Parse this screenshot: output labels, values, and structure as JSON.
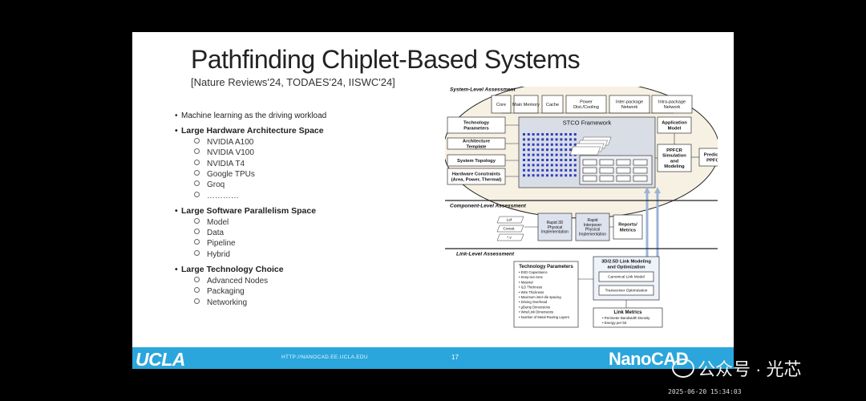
{
  "slide": {
    "title": "Pathfinding Chiplet-Based Systems",
    "subtitle": "[Nature Reviews'24, TODAES'24, IISWC'24]",
    "bullets": [
      {
        "text": "Machine learning as the driving workload",
        "bold": false,
        "sub": []
      },
      {
        "text": "Large Hardware Architecture Space",
        "bold": true,
        "sub": [
          "NVIDIA A100",
          "NVIDIA V100",
          "NVIDIA T4",
          "Google TPUs",
          "Groq",
          "…………"
        ]
      },
      {
        "text": "Large Software Parallelism Space",
        "bold": true,
        "sub": [
          "Model",
          "Data",
          "Pipeline",
          "Hybrid"
        ]
      },
      {
        "text": "Large Technology Choice",
        "bold": true,
        "sub": [
          "Advanced Nodes",
          "Packaging",
          "Networking"
        ]
      }
    ],
    "diagram": {
      "system_label": "System-Level Assessment",
      "top_boxes": [
        "Core",
        "Main Memory",
        "Cache",
        "Power Dist./Cooling",
        "Inter-package Network",
        "Intra-package Network"
      ],
      "left_boxes": [
        "Technology Parameters",
        "Architecture Template",
        "System Topology",
        "Hardware Constraints (Area, Power, Thermal)"
      ],
      "stco_title": "STCO Framework",
      "application_model": "Application Model",
      "ppfcr_sim": "PPFCR Simulation and Modeling",
      "predicted_ppfcr": "Predicted PPFCR",
      "component_label": "Component-Level Assessment",
      "component_inputs": [
        "Lef",
        "Constr.",
        "*.v"
      ],
      "comp_box1": "Rapid 3D Physical Implementation",
      "comp_box2": "Rapid Interposer Physical Implementation",
      "reports": "Reports/ Metrics",
      "link_label": "Link-Level Assessment",
      "tech_params_title": "Technology Parameters",
      "tech_params": [
        "ESD Capacitance",
        "Keep-out zone",
        "Material",
        "ILD Thickness",
        "Wire Thickness",
        "Maximum inter-die spacing",
        "Driving Overhead",
        "µBump Dimensions",
        "Wire/Link Dimensions",
        "Number of Metal Routing Layers"
      ],
      "link_modeling": "3D/2.5D Link Modeling and Optimization",
      "canonical_link": "Canonical Link Model",
      "transceiver_opt": "Transceiver Optimization",
      "link_metrics_title": "Link Metrics",
      "link_metrics": [
        "Perimeter Bandwidth Density",
        "Energy per bit"
      ]
    },
    "footer": {
      "university": "UCLA",
      "url": "HTTP://NANOCAD.EE.UCLA.EDU",
      "page": "17",
      "lab": "NanoCAD"
    }
  },
  "overlay": {
    "watermark": "公众号 · 光芯",
    "timestamp": "2025-06-20 15:34:03"
  },
  "colors": {
    "footer": "#2aa6dc",
    "system_fill": "#f7f1e3",
    "stco_fill": "#d9dde6",
    "grid_dot": "#2e3fbf",
    "background": "#000000"
  }
}
